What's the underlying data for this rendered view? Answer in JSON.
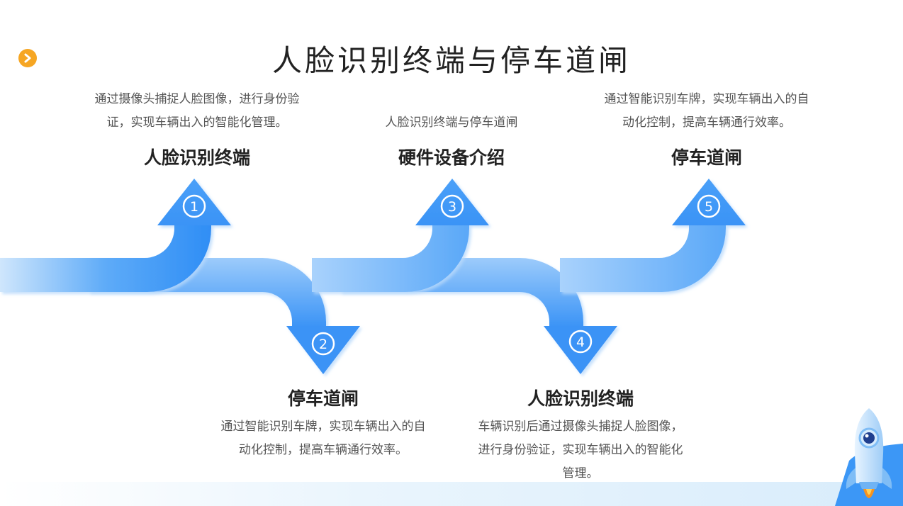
{
  "title": "人脸识别终端与停车道闸",
  "steps": [
    {
      "num": "1",
      "title": "人脸识别终端",
      "desc_lines": [
        "通过摄像头捕捉人脸图像，进行身份验",
        "证，实现车辆出入的智能化管理。"
      ]
    },
    {
      "num": "2",
      "title": "停车道闸",
      "desc_lines": [
        "通过智能识别车牌，实现车辆出入的自",
        "动化控制，提高车辆通行效率。"
      ]
    },
    {
      "num": "3",
      "title": "硬件设备介绍",
      "desc_lines": [
        "人脸识别终端与停车道闸"
      ]
    },
    {
      "num": "4",
      "title": "人脸识别终端",
      "desc_lines": [
        "车辆识别后通过摄像头捕捉人脸图像，",
        "进行身份验证，实现车辆出入的智能化",
        "管理。"
      ]
    },
    {
      "num": "5",
      "title": "停车道闸",
      "desc_lines": [
        "通过智能识别车牌，实现车辆出入的自",
        "动化控制，提高车辆通行效率。"
      ]
    }
  ],
  "colors": {
    "accent": "#f6a623",
    "arrow_dark": "#2f8ef5",
    "arrow_light": "#8cc4fb"
  },
  "icons": {
    "badge": "chevron-right-icon",
    "decoration": "rocket-icon"
  }
}
